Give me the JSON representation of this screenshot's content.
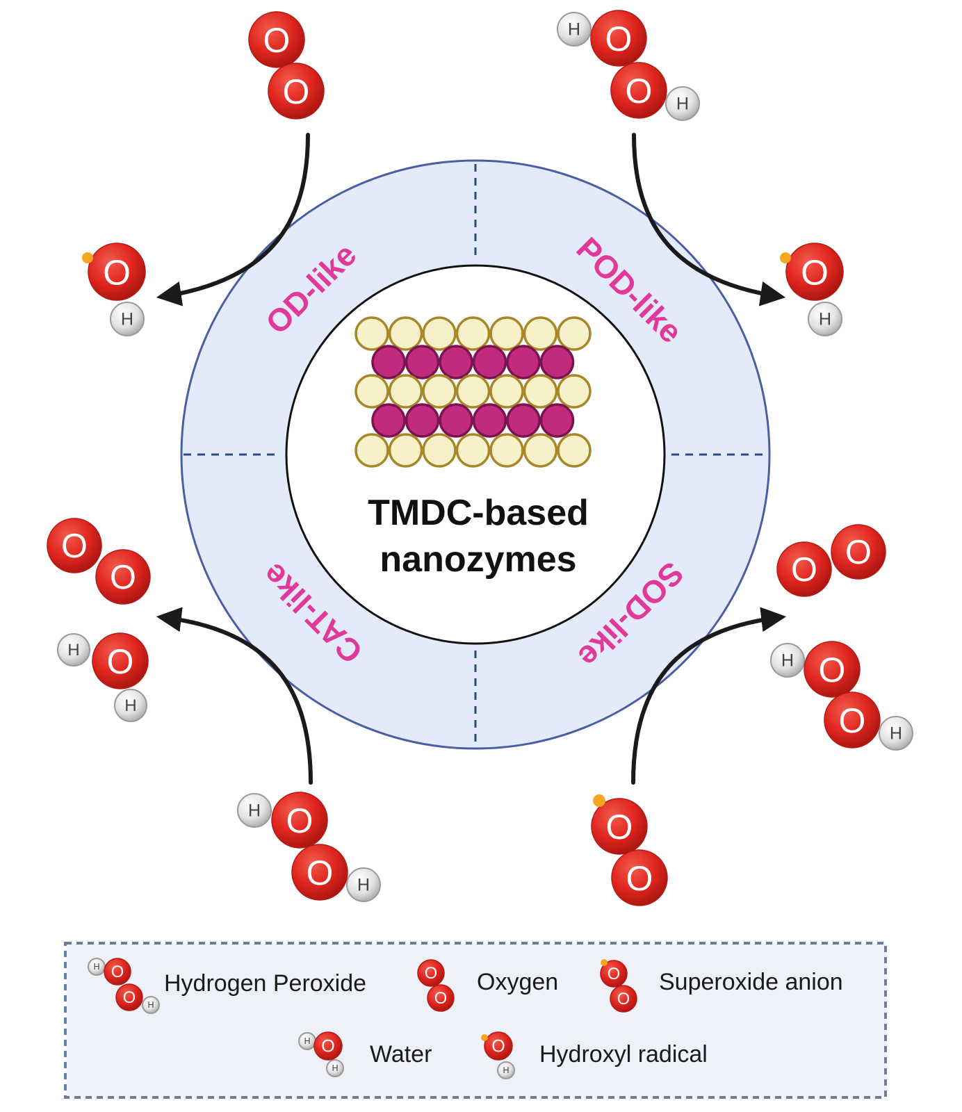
{
  "center": {
    "title_line1": "TMDC-based",
    "title_line2": "nanozymes"
  },
  "activities": {
    "od": "OD-like",
    "pod": "POD-like",
    "cat": "CAT-like",
    "sod": "SOD-like"
  },
  "atoms": {
    "oxygen": "O",
    "hydrogen": "H"
  },
  "legend": {
    "hydrogen_peroxide": "Hydrogen Peroxide",
    "oxygen": "Oxygen",
    "superoxide_anion": "Superoxide anion",
    "water": "Water",
    "hydroxyl_radical": "Hydroxyl radical"
  },
  "colors": {
    "oxygen_red": "#e0261f",
    "hydrogen_grey": "#dcdcdc",
    "radical_dot": "#f5a623",
    "ring_fill": "#e3ebfa",
    "ring_stroke": "#4a5fa3",
    "label_pink": "#e0399a",
    "sulfur_fill": "#f7f1c9",
    "sulfur_stroke": "#a8862a",
    "metal_fill": "#c22a7d",
    "metal_stroke": "#7a1450"
  }
}
